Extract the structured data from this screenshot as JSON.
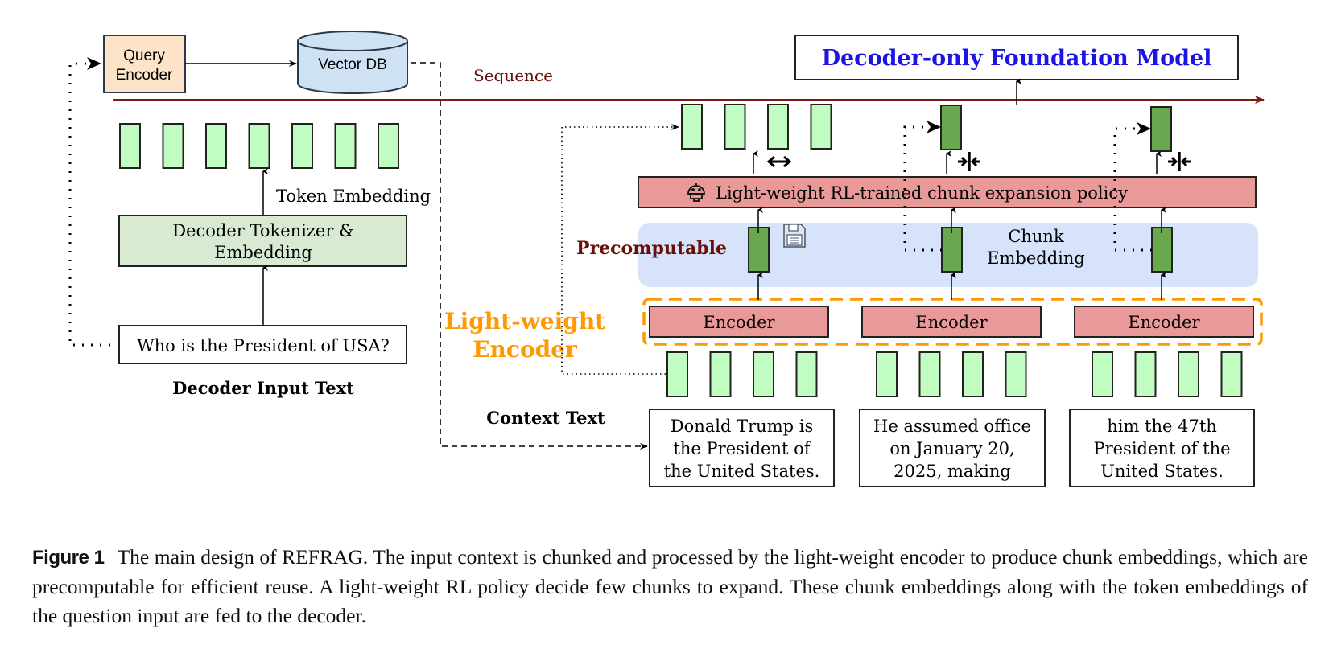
{
  "diagram": {
    "query_encoder": {
      "line1": "Query",
      "line2": "Encoder"
    },
    "vector_db": {
      "label": "Vector DB"
    },
    "sequence_label": "Sequence",
    "decoder_model": {
      "label": "Decoder-only Foundation Model"
    },
    "token_embedding_label": "Token Embedding",
    "decoder_tokenizer": {
      "line1": "Decoder Tokenizer &",
      "line2": "Embedding"
    },
    "decoder_input": {
      "text": "Who is the President of USA?",
      "caption": "Decoder Input Text"
    },
    "policy": {
      "label": "Light-weight RL-trained chunk expansion policy",
      "icon": "robot-icon"
    },
    "precomputable_label": "Precomputable",
    "save_icon": "floppy-disk-icon",
    "chunk_embedding": {
      "line1": "Chunk",
      "line2": "Embedding"
    },
    "light_weight_encoder": {
      "line1": "Light-weight",
      "line2": "Encoder"
    },
    "encoders": [
      {
        "label": "Encoder"
      },
      {
        "label": "Encoder"
      },
      {
        "label": "Encoder"
      }
    ],
    "context_text_label": "Context Text",
    "context_chunks": [
      {
        "lines": [
          "Donald Trump is",
          "the President of",
          "the United States."
        ]
      },
      {
        "lines": [
          "He assumed office",
          "on January 20,",
          "2025, making"
        ]
      },
      {
        "lines": [
          "him the 47th",
          "President of the",
          "United States."
        ]
      }
    ],
    "expand_icon": "expand-arrows-icon",
    "compress_icon": "compress-arrows-icon",
    "question_token_count": 7,
    "tokens_per_chunk": 4,
    "colors": {
      "token_fill": "#c1fcc0",
      "chunk_embedding_fill": "#6aa84f",
      "query_encoder_fill": "#fde3c8",
      "vector_db_fill": "#cfe2f3",
      "tokenizer_fill": "#d9ead3",
      "policy_fill": "#ea9999",
      "precomputable_bg": "#d6e3fb",
      "encoder_dash": "#ff9900",
      "sequence_line": "#7b1d16",
      "decoder_title": "#1a14e6",
      "precomputable_text": "#6b0f0a",
      "lightweight_text": "#ff9900"
    }
  },
  "caption": {
    "label": "Figure 1",
    "text": "The main design of REFRAG. The input context is chunked and processed by the light-weight encoder to produce chunk embeddings, which are precomputable for efficient reuse. A light-weight RL policy decide few chunks to expand. These chunk embeddings along with the token embeddings of the question input are fed to the decoder."
  }
}
